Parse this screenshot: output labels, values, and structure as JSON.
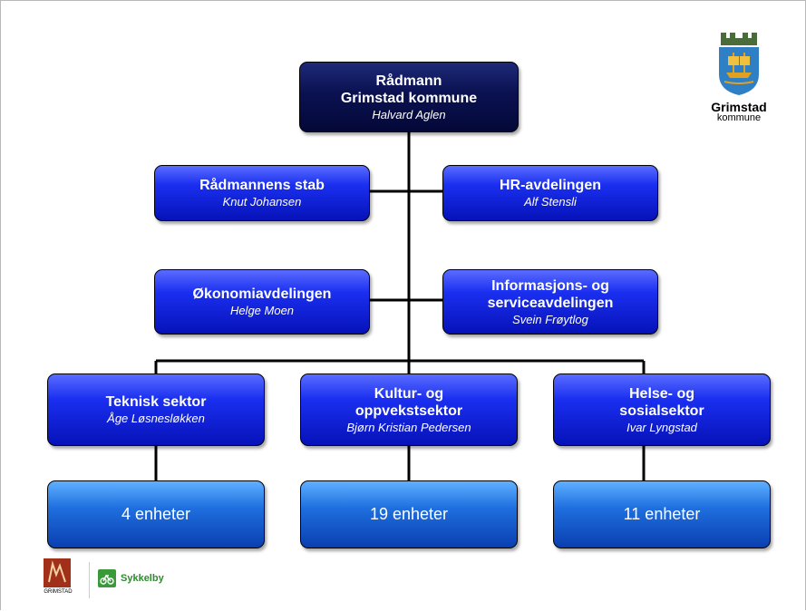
{
  "top": {
    "title1": "Rådmann",
    "title2": "Grimstad kommune",
    "name": "Halvard Aglen"
  },
  "staff": [
    {
      "title": "Rådmannens stab",
      "name": "Knut Johansen"
    },
    {
      "title": "HR-avdelingen",
      "name": "Alf Stensli"
    },
    {
      "title": "Økonomiavdelingen",
      "name": "Helge Moen"
    },
    {
      "title1": "Informasjons- og",
      "title2": "serviceavdelingen",
      "name": "Svein Frøytlog"
    }
  ],
  "sectors": [
    {
      "title1": "Teknisk sektor",
      "name": "Åge Løsnesløkken"
    },
    {
      "title1": "Kultur- og",
      "title2": "oppvekstsektor",
      "name": "Bjørn Kristian Pedersen"
    },
    {
      "title1": "Helse- og",
      "title2": "sosialsektor",
      "name": "Ivar Lyngstad"
    }
  ],
  "units": [
    "4 enheter",
    "19 enheter",
    "11 enheter"
  ],
  "logo": {
    "name": "Grimstad",
    "sub": "kommune"
  },
  "footer": {
    "grimstad_label": "GRIMSTAD",
    "sykkelby": "Sykkelby"
  },
  "colors": {
    "dark_box": "#0a1150",
    "blue_box": "#1a2ff0",
    "unit_box": "#1f6fe0",
    "green": "#2f8a2f"
  }
}
